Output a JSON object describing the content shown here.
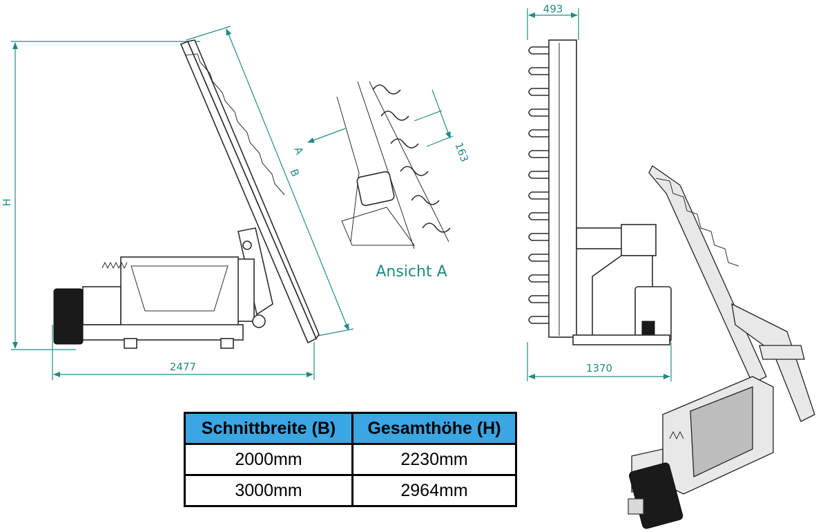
{
  "dimensions": {
    "height_label": "H",
    "side_length": "2477",
    "front_top_width": "493",
    "front_length": "1370",
    "detail_spacing": "163",
    "arrow_a": "A",
    "dim_b": "B"
  },
  "detail_view_label": "Ansicht A",
  "table": {
    "headers": [
      "Schnittbreite (B)",
      "Gesamthöhe (H)"
    ],
    "rows": [
      [
        "2000mm",
        "2230mm"
      ],
      [
        "3000mm",
        "2964mm"
      ]
    ]
  },
  "colors": {
    "dimension_line": "#1f8a86",
    "table_header": "#3aa6e4"
  }
}
